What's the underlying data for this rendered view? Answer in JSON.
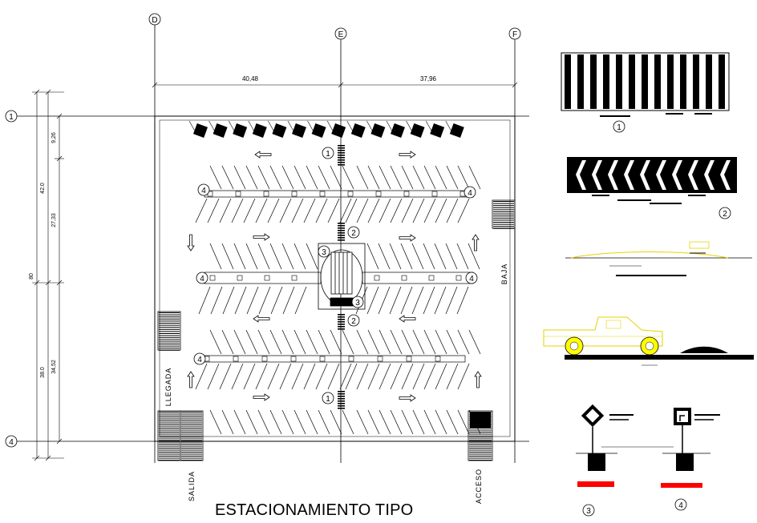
{
  "title": "ESTACIONAMIENTO TIPO",
  "grid_axes": {
    "top": [
      "D",
      "E",
      "F"
    ],
    "left": [
      "1",
      "4"
    ]
  },
  "dimensions": {
    "top": [
      "40,48",
      "37,96"
    ],
    "left_total": "80",
    "left_upper": "42.0",
    "left_lower": "38.0",
    "left_sub": [
      "9,26",
      "27,33",
      "34,52"
    ]
  },
  "labels": {
    "baja": "BAJA",
    "llegada": "LLEGADA",
    "salida": "SALIDA",
    "acceso": "ACCESO"
  },
  "callouts": [
    "1",
    "2",
    "3",
    "4"
  ],
  "detail_numbers": [
    "1",
    "2",
    "3",
    "4"
  ],
  "colors": {
    "line": "#000000",
    "car": "#ffff00",
    "red": "#ff0000"
  }
}
